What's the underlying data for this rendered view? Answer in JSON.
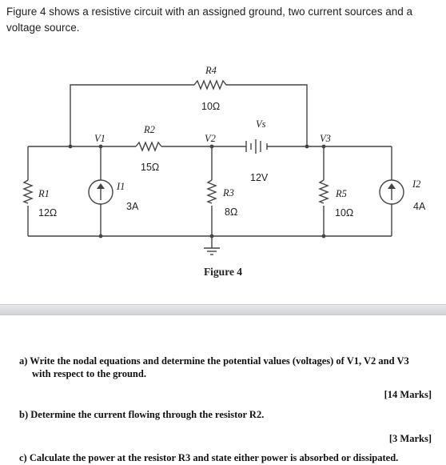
{
  "intro": "Figure 4 shows a resistive circuit with an assigned ground, two current sources and a voltage source.",
  "circuit": {
    "r4_name": "R4",
    "r4_value": "10Ω",
    "vs_name": "Vs",
    "vs_value": "12V",
    "v1": "V1",
    "v2": "V2",
    "v3": "V3",
    "r2_name": "R2",
    "r2_value": "15Ω",
    "r1_name": "R1",
    "r1_value": "12Ω",
    "i1_name": "I1",
    "i1_value": "3A",
    "r3_name": "R3",
    "r3_value": "8Ω",
    "r5_name": "R5",
    "r5_value": "10Ω",
    "i2_name": "I2",
    "i2_value": "4A"
  },
  "figure_caption": "Figure 4",
  "questions": {
    "a_line1": "a)  Write the nodal equations and determine the potential values (voltages) of V1, V2 and V3",
    "a_line2": "with respect to the ground.",
    "a_marks": "[14 Marks]",
    "b": "b)  Determine the current flowing through the resistor R2.",
    "b_marks": "[3 Marks]",
    "c": "c)  Calculate the power at the resistor R3 and state either power is absorbed or dissipated."
  }
}
